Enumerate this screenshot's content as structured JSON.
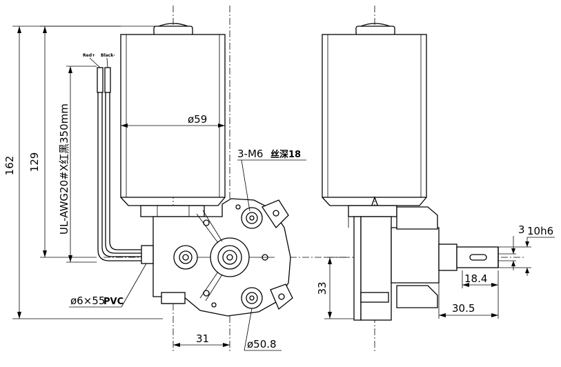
{
  "dimensions": {
    "overall_height": "162",
    "motor_height": "129",
    "motor_diameter": "ø59",
    "gearbox_bolt_offset": "31",
    "bolt_circle": "ø50.8",
    "shaft_height": "33",
    "shaft_length_total": "30.5",
    "shaft_key_length": "18.4",
    "shaft_key_width": "3",
    "shaft_tolerance": "10h6"
  },
  "callouts": {
    "thread": "3-M6",
    "thread_depth": "丝深18",
    "lead_wire": "UL-AWG20#X红黑350mm",
    "sleeve": "ø6×55",
    "sleeve_material": "PVC"
  },
  "wire_labels": {
    "red": "Red+",
    "black": "Black-"
  }
}
